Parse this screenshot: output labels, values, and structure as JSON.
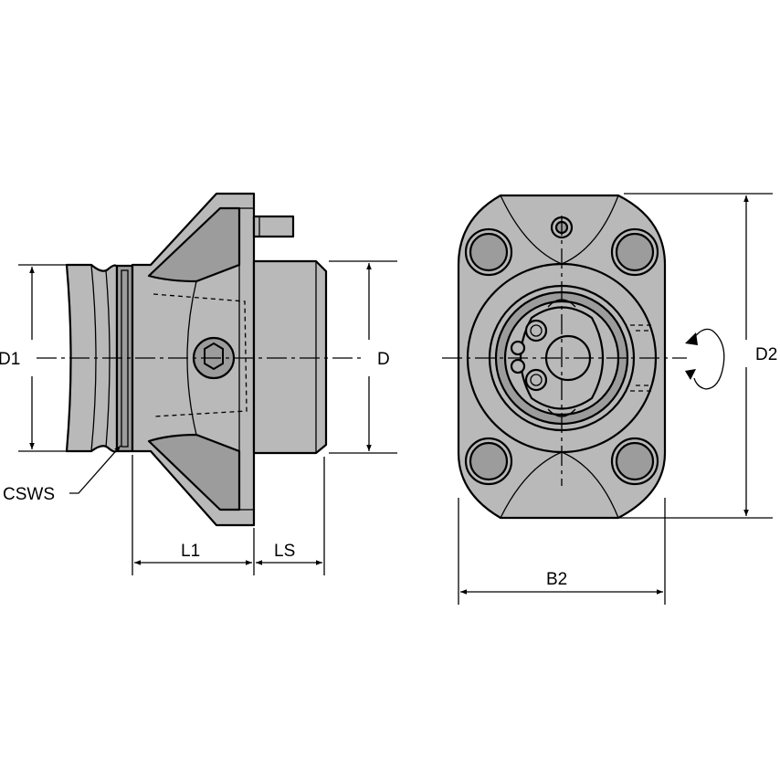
{
  "labels": {
    "d1": "D1",
    "d": "D",
    "d2": "D2",
    "csws": "CSWS",
    "l1": "L1",
    "ls": "LS",
    "b2": "B2"
  }
}
